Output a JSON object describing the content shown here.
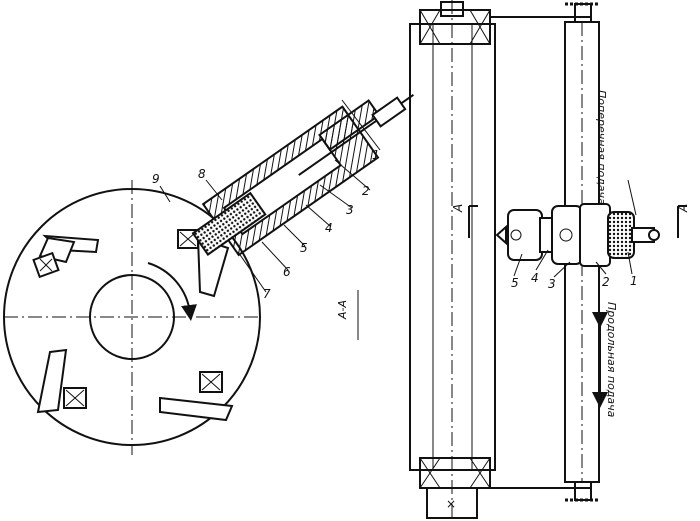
{
  "section_ab": {
    "labels": [
      "1",
      "2",
      "3",
      "4",
      "5",
      "6",
      "7",
      "8",
      "9"
    ],
    "section_title": "A-A"
  },
  "machine": {
    "labels": [
      "1",
      "2",
      "3",
      "4",
      "5"
    ],
    "section_marks": [
      "A",
      "A"
    ],
    "cross_feed": "Поперечная подача",
    "long_feed": "Продольная подача",
    "center_mark": "×"
  },
  "colors": {
    "ink": "#111111",
    "paper": "#ffffff"
  }
}
